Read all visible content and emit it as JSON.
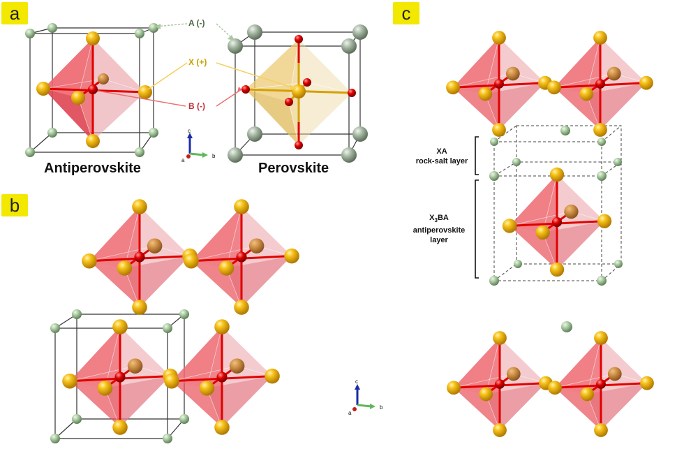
{
  "panels": {
    "a": "a",
    "b": "b",
    "c": "c"
  },
  "structures": {
    "antiperovskite": "Antiperovskite",
    "perovskite": "Perovskite"
  },
  "ions": {
    "A": {
      "label": "A (-)",
      "color": "#4a6741"
    },
    "X": {
      "label": "X (+)",
      "color": "#c8a000"
    },
    "B": {
      "label": "B (-)",
      "color": "#c0303a"
    }
  },
  "layers": {
    "rock_salt": [
      "XA",
      "rock-salt layer"
    ],
    "antiperovskite": {
      "formula_main": "X",
      "formula_sub": "3",
      "formula_tail": "BA",
      "line2": "antiperovskite layer"
    }
  },
  "axes": {
    "c": "c",
    "b": "b",
    "a": "a"
  },
  "colors": {
    "x_atom": "#f4b400",
    "a_atom": "#a9c9a0",
    "a_atom_large": "#a3b5a0",
    "b_atom": "#e00000",
    "octahedron_red": "#e8505a",
    "octahedron_gold": "#e7c46a",
    "cell_line": "#333333",
    "panel_tag": "#f2e800"
  }
}
